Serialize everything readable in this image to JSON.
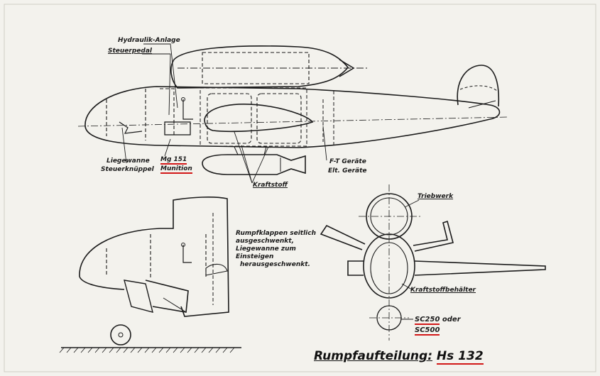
{
  "title": {
    "prefix": "Rumpfaufteilung:",
    "model": "Hs 132"
  },
  "labels": {
    "hydraulik": "Hydraulik-Anlage",
    "steuerpedal": "Steuerpedal",
    "liegewanne": "Liegewanne",
    "steuerknueppel": "Steuerknüppel",
    "mg151": "Mg 151",
    "munition": "Munition",
    "kraftstoff": "Kraftstoff",
    "ft_geraete": "F-T Geräte",
    "elt_geraete": "Elt. Geräte",
    "triebwerk": "Triebwerk",
    "kraftstoffbehaelter": "Kraftstoffbehälter",
    "sc250": "SC250",
    "oder": "oder",
    "sc500": "SC500"
  },
  "note": {
    "line1": "Rumpfklappen seitlich",
    "line2": "ausgeschwenkt,",
    "line3": "Liegewanne zum Einsteigen",
    "line4": "herausgeschwenkt."
  },
  "colors": {
    "ink": "#1b1b1b",
    "paper": "#f3f2ed",
    "highlight": "#d21818"
  }
}
